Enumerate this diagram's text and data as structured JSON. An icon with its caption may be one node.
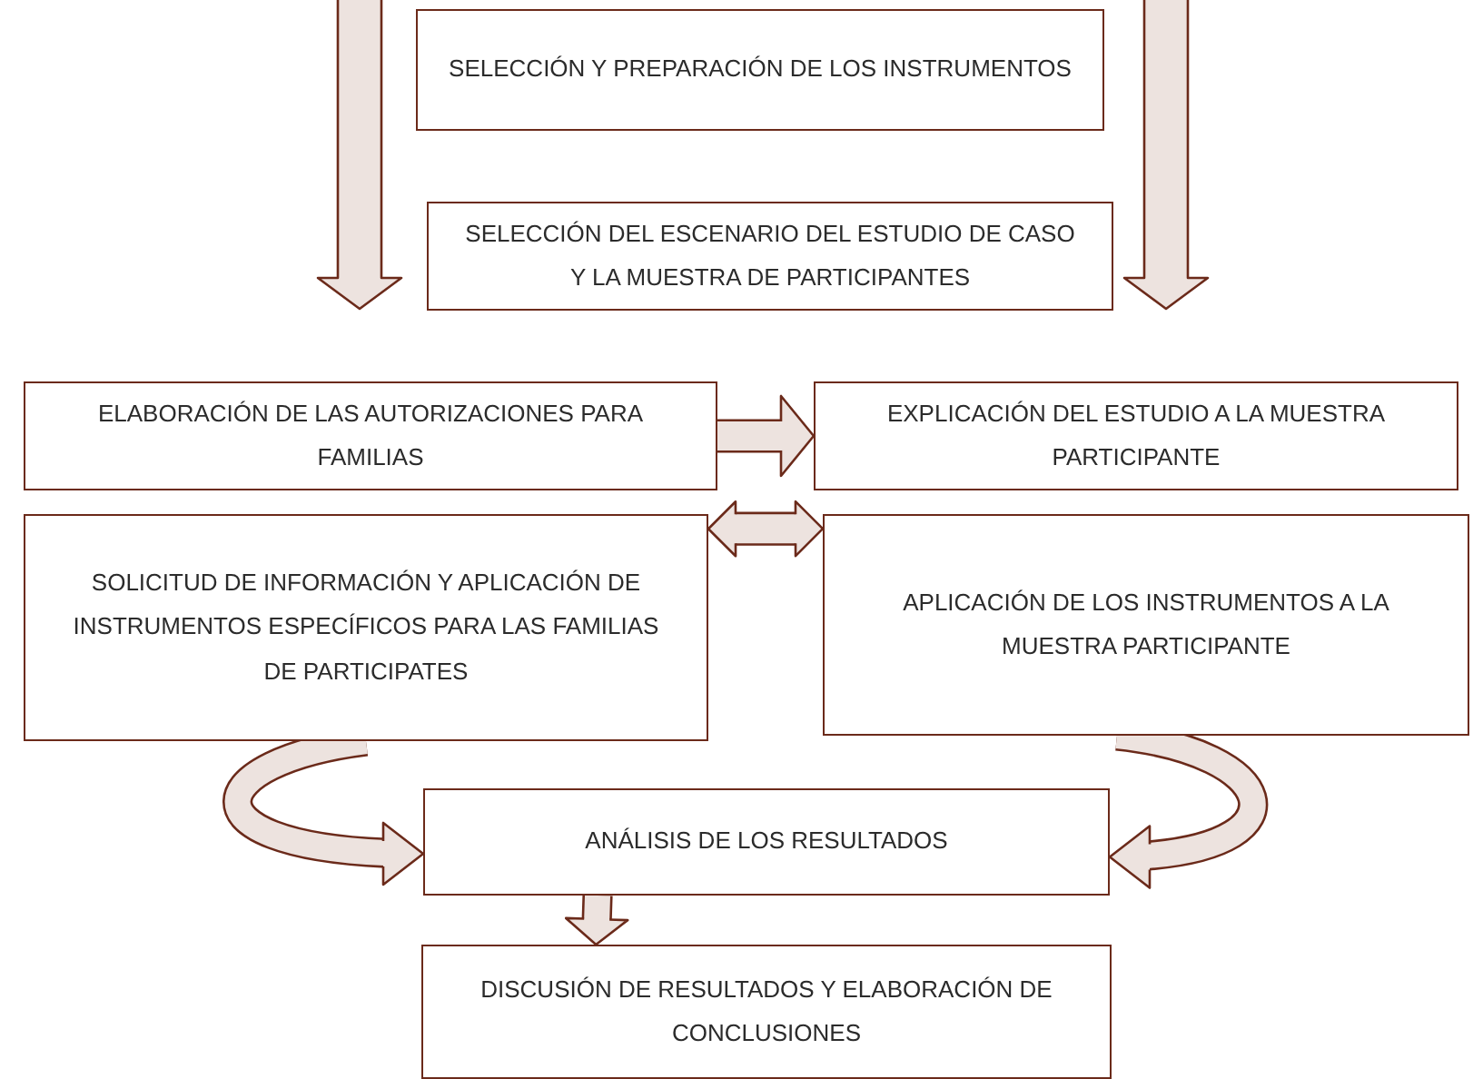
{
  "diagram": {
    "nodes": [
      {
        "text": [
          "SELECCIÓN Y PREPARACIÓN DE LOS INSTRUMENTOS"
        ]
      },
      {
        "text": [
          "SELECCIÓN DEL ESCENARIO DEL ESTUDIO DE CASO Y LA MUESTRA DE PARTICIPANTES"
        ]
      },
      {
        "text": [
          "ELABORACIÓN DE LAS AUTORIZACIONES PARA FAMILIAS"
        ]
      },
      {
        "text": [
          "EXPLICACIÓN DEL ESTUDIO A LA MUESTRA PARTICIPANTE"
        ]
      },
      {
        "text": [
          "SOLICITUD DE INFORMACIÓN Y APLICACIÓN DE INSTRUMENTOS ESPECÍFICOS PARA LAS FAMILIAS DE PARTICIPATES"
        ]
      },
      {
        "text": [
          "APLICACIÓN DE LOS INSTRUMENTOS A LA MUESTRA PARTICIPANTE"
        ]
      },
      {
        "text": [
          "ANÁLISIS DE LOS RESULTADOS"
        ]
      },
      {
        "text": [
          "DISCUSIÓN DE RESULTADOS Y ELABORACIÓN DE CONCLUSIONES"
        ]
      }
    ],
    "edges": [
      {
        "from": 2,
        "to": 3,
        "arrow": "to"
      },
      {
        "from": 4,
        "to": 5,
        "arrow": "both"
      },
      {
        "from": 4,
        "to": 6,
        "arrow": "to"
      },
      {
        "from": 5,
        "to": 6,
        "arrow": "to"
      },
      {
        "from": 6,
        "to": 7,
        "arrow": "to"
      }
    ]
  }
}
